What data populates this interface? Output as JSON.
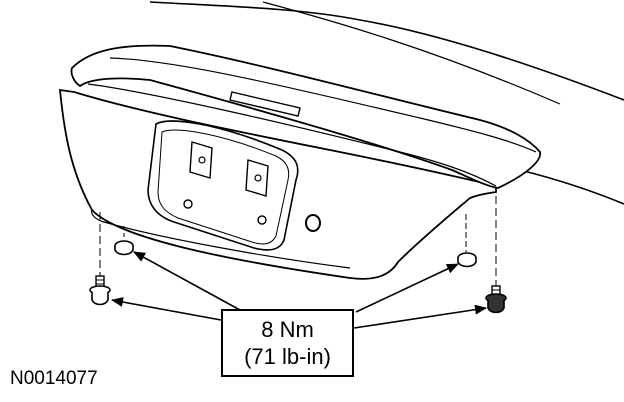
{
  "figure": {
    "id": "N0014077"
  },
  "callout": {
    "torque_nm": "8 Nm",
    "torque_lbin": "(71 lb-in)"
  }
}
